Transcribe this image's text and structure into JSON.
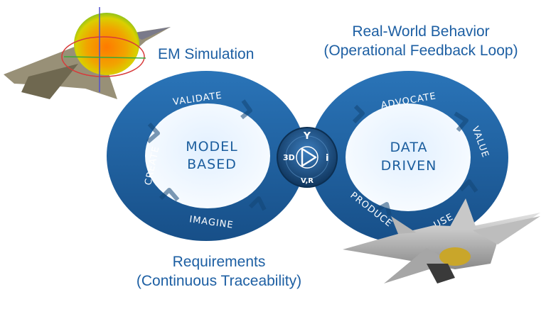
{
  "captions": {
    "em_simulation": "EM Simulation",
    "real_world_line1": "Real-World Behavior",
    "real_world_line2": "(Operational Feedback Loop)",
    "requirements_line1": "Requirements",
    "requirements_line2": "(Continuous Traceability)"
  },
  "loop": {
    "left_center_line1": "MODEL",
    "left_center_line2": "BASED",
    "right_center_line1": "DATA",
    "right_center_line2": "DRIVEN",
    "stages": {
      "validate": "VALIDATE",
      "create": "CREATE",
      "imagine": "IMAGINE",
      "advocate": "ADVOCATE",
      "value": "VALUE",
      "use": "USE",
      "produce": "PRODUCE"
    },
    "hub": {
      "left": "3D",
      "bottom": "V,R",
      "right": "i",
      "top_glyph": "ꓬ"
    }
  },
  "colors": {
    "loop_blue": "#1f66a8",
    "loop_dark": "#164f86",
    "caption_blue": "#1d5fa3",
    "hub_dark": "#123f6e"
  }
}
